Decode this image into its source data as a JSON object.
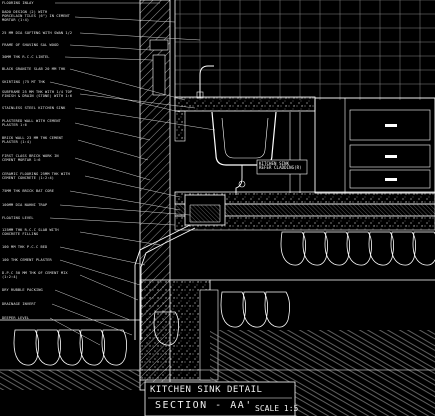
{
  "drawing": {
    "labels": [
      "FLOORING INLAY",
      "DADO DESIGN (2) WITH\nPORCELAIN TILES (6\") IN CEMENT\nMORTAR (1:4)",
      "25 MM DIA SOFTENG WITH SWAN 1/2",
      "FRAME OF SHAVING SAL WOOD",
      "30MM THK R.C.C LINTEL",
      "BLACK GRANITE SLAB 20 MM THK",
      "SKIRTING (75 MT THK",
      "SUBFRAME 25 MM THK WITH 1/4 TOP\nFINISH & DRAIN (STONE) WITH 1:6",
      "STAINLESS STEEL KITCHEN SINK",
      "PLASTERED WALL WITH CEMENT\nPLASTER 1:6",
      "BRICK WALL 23 MM THK CEMENT\nPLASTER (1:4)",
      "FIRST CLASS BRICK WORK IN\nCEMENT MORTAR 1:6",
      "CERAMIC FLOORING 25MM THK WITH\nCEMENT CONCRETE (1:2:4)",
      "75MM THK BRICK BAT CORE",
      "100MM DIA NAHNI TRAP",
      "FLOATING LEVEL",
      "125MM THK R.C.C SLAB WITH\nCONCRETE FILLING",
      "100 MM THK P.C.C BED",
      "100 THK CEMENT PLASTER",
      "D.P.C 50 MM THK OF CEMENT MIX\n(1:2:4)",
      "DRY RUBBLE PACKING",
      "DRAINAGE INVERT",
      "DEEPER LEVEL"
    ],
    "sink_note": "KITCHEN SINK\nREFER CLADDING(R)",
    "title_line1": "KITCHEN SINK DETAIL",
    "title_line2": "SECTION - AA'",
    "scale": "SCALE 1:5"
  },
  "colors": {
    "line": "#ffffff",
    "background": "#000000"
  }
}
